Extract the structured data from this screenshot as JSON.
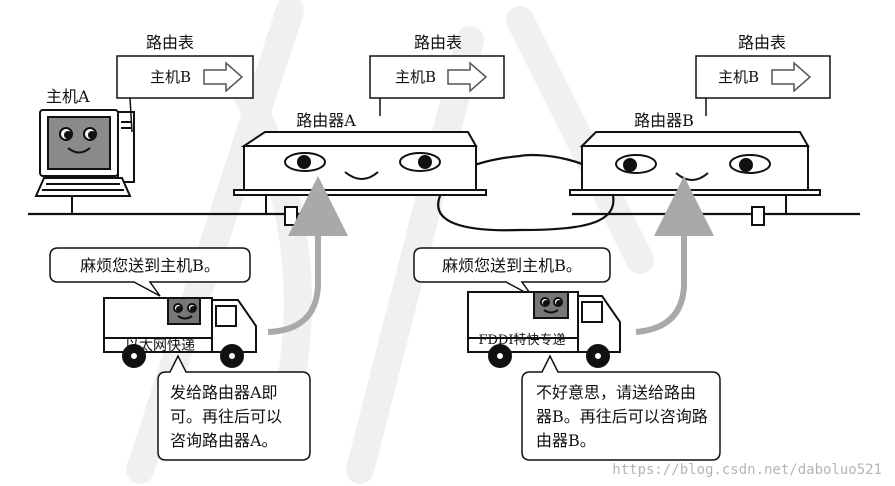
{
  "routing_table_label": "路由表",
  "table_entry": "主机B",
  "host_a_label": "主机A",
  "router_a_label": "路由器A",
  "router_b_label": "路由器B",
  "request_a": "麻烦您送到主机B。",
  "request_b": "麻烦您送到主机B。",
  "truck_a_label": "以太网快递",
  "truck_b_label": "FDDI特快专递",
  "reply_a": [
    "发给路由器A即",
    "可。再往后可以",
    "咨询路由器A。"
  ],
  "reply_b": [
    "不好意思，请送给路由",
    "器B。再往后可以咨询路",
    "由器B。"
  ],
  "watermark": "https://blog.csdn.net/daboluo521",
  "colors": {
    "ink": "#111111",
    "screen": "#8a8a8a",
    "arrow": "#a9a9a9",
    "truck_face": "#777777",
    "watermark": "#b5b5b5"
  }
}
